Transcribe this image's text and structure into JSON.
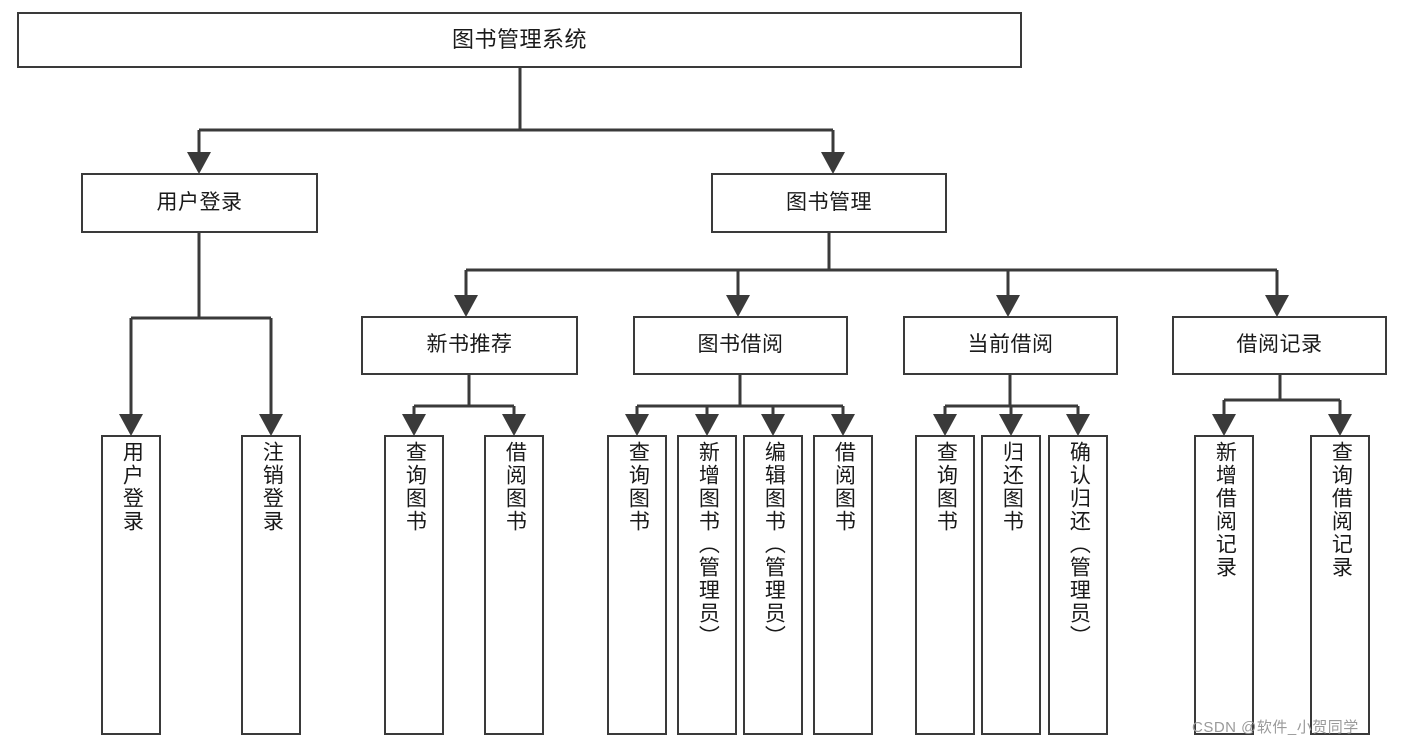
{
  "diagram": {
    "title": "图书管理系统",
    "stroke_color": "#3a3a3a",
    "text_color": "#1a1a1a",
    "background": "#ffffff",
    "nodes": {
      "root": {
        "label": "图书管理系统"
      },
      "level2": [
        {
          "id": "user-login",
          "label": "用户登录"
        },
        {
          "id": "book-manage",
          "label": "图书管理"
        }
      ],
      "level3": [
        {
          "id": "new-book-recommend",
          "label": "新书推荐"
        },
        {
          "id": "book-borrow",
          "label": "图书借阅"
        },
        {
          "id": "current-borrow",
          "label": "当前借阅"
        },
        {
          "id": "borrow-record",
          "label": "借阅记录"
        }
      ],
      "leaves": {
        "user_login": [
          {
            "id": "leaf-user-login",
            "label": "用户登录"
          },
          {
            "id": "leaf-user-logout",
            "label": "注销登录"
          }
        ],
        "new_book_recommend": [
          {
            "id": "leaf-query-book-1",
            "label": "查询图书"
          },
          {
            "id": "leaf-borrow-book-1",
            "label": "借阅图书"
          }
        ],
        "book_borrow": [
          {
            "id": "leaf-query-book-2",
            "label": "查询图书"
          },
          {
            "id": "leaf-add-book",
            "label": "新增图书（管理员）"
          },
          {
            "id": "leaf-edit-book",
            "label": "编辑图书（管理员）"
          },
          {
            "id": "leaf-borrow-book-2",
            "label": "借阅图书"
          }
        ],
        "current_borrow": [
          {
            "id": "leaf-query-book-3",
            "label": "查询图书"
          },
          {
            "id": "leaf-return-book",
            "label": "归还图书"
          },
          {
            "id": "leaf-confirm-return",
            "label": "确认归还（管理员）"
          }
        ],
        "borrow_record": [
          {
            "id": "leaf-add-record",
            "label": "新增借阅记录"
          },
          {
            "id": "leaf-query-record",
            "label": "查询借阅记录"
          }
        ]
      }
    },
    "watermark": "CSDN @软件_小贺同学"
  }
}
